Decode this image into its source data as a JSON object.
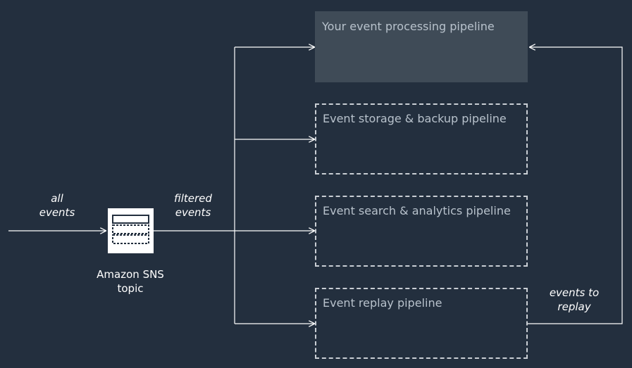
{
  "pipelines": [
    {
      "name": "Your event processing pipeline",
      "style": "solid"
    },
    {
      "name": "Event storage & backup pipeline",
      "style": "dashed"
    },
    {
      "name": "Event search & analytics pipeline",
      "style": "dashed"
    },
    {
      "name": "Event replay pipeline",
      "style": "dashed"
    }
  ],
  "labels": {
    "all_events_line1": "all",
    "all_events_line2": "events",
    "filtered_events_line1": "filtered",
    "filtered_events_line2": "events",
    "sns_line1": "Amazon SNS",
    "sns_line2": "topic",
    "replay_line1": "events to",
    "replay_line2": "replay"
  },
  "colors": {
    "background": "#232f3e",
    "solid_box": "#3f4b57",
    "line": "#ffffff",
    "dashed_border": "#c9ced4",
    "box_text": "#b8c2cc"
  },
  "icons": {
    "sns": "sns-topic-icon"
  }
}
